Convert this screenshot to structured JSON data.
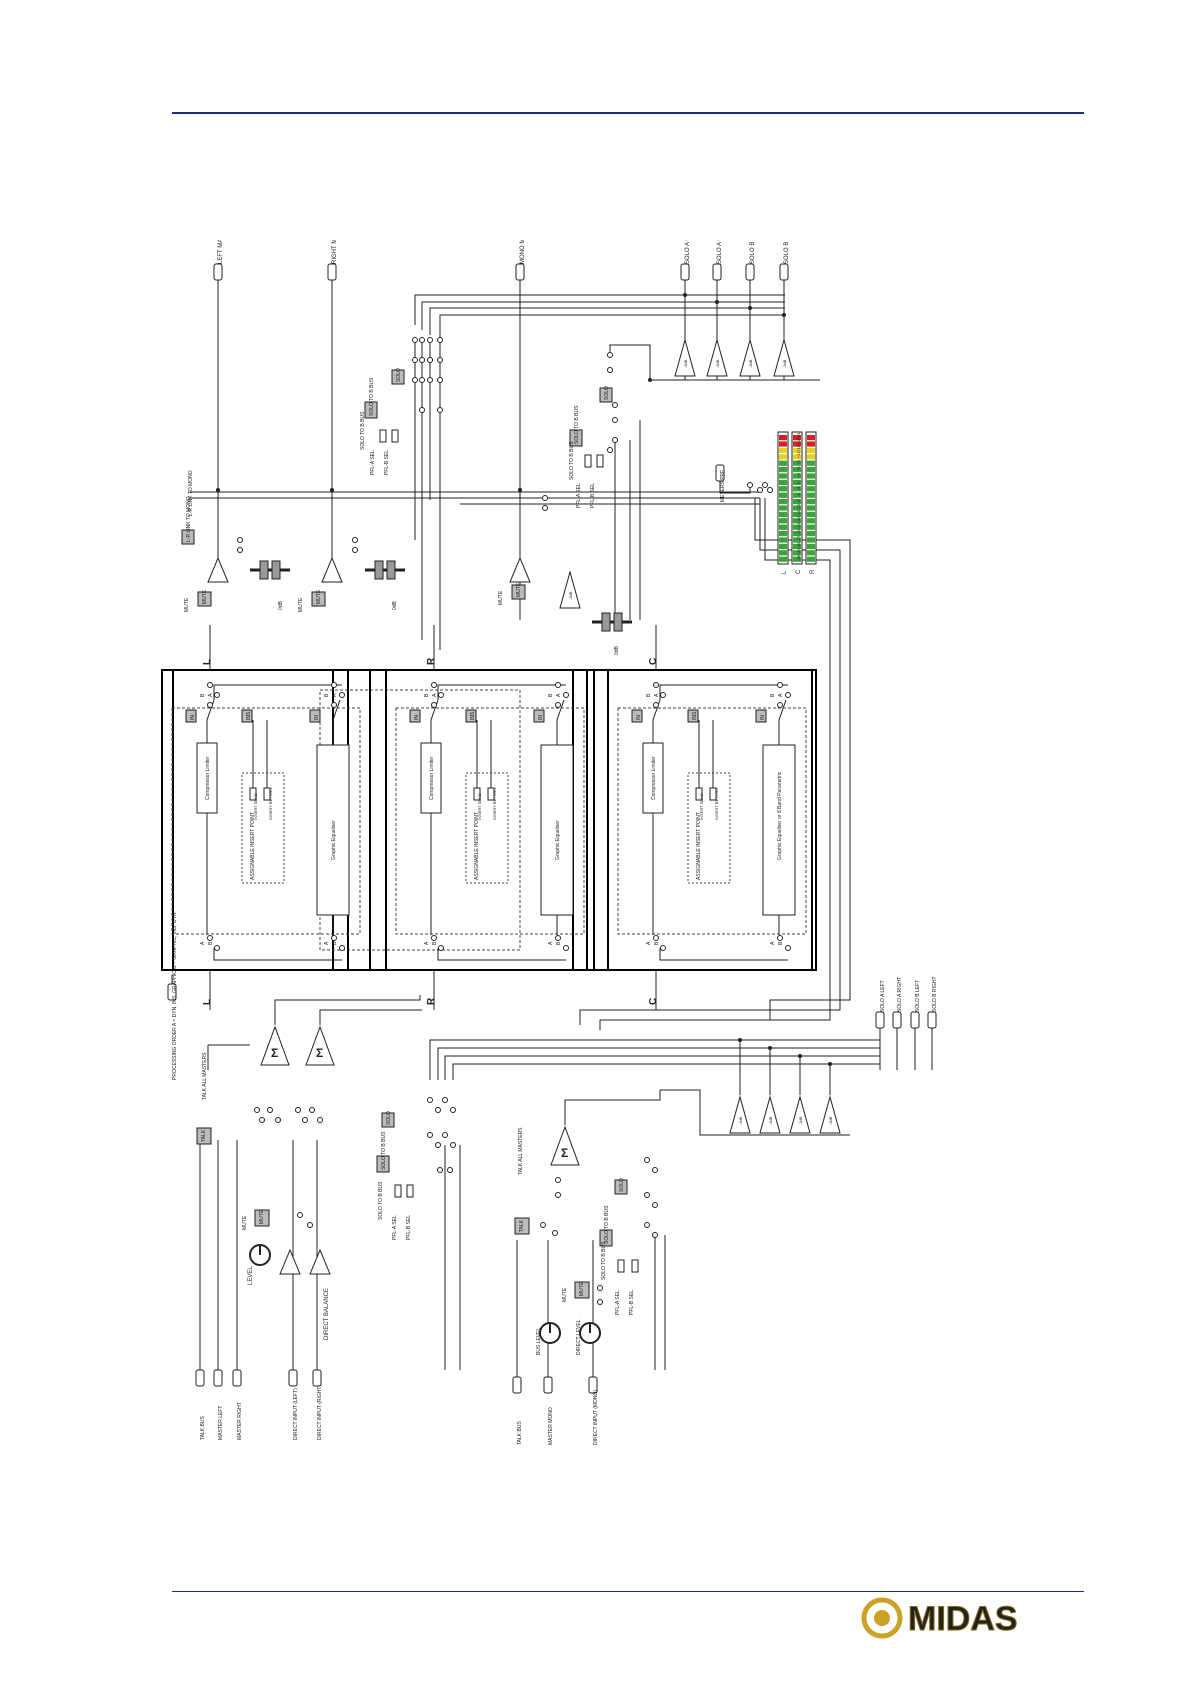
{
  "labels": {
    "left_master_out": "LEFT MASTER OUT",
    "right_master_out": "RIGHT MASTER OUT",
    "mono_master_out": "MONO MASTER OUT",
    "solo_a_left": "SOLO A LEFT",
    "solo_a_right": "SOLO A RIGHT",
    "solo_b_left": "SOLO B LEFT",
    "solo_b_right": "SOLO B RIGHT",
    "lr_link": "L-R LINK TO MONO",
    "mute": "MUTE",
    "zero_db": "0dB",
    "solo_to_b_bus": "SOLO TO B BUS",
    "pfl_a_sel": "PFL-A SEL",
    "pfl_b_sel": "PFL-B SEL",
    "meters_pre": "METERS PRE",
    "ch_l": "L",
    "ch_r": "R",
    "ch_c": "C",
    "compressor": "Compressor Limiter",
    "assignable_insert": "ASSIGNABLE INSERT POINT",
    "insert_send": "INSERT SEND",
    "insert_return": "INSERT RETURN",
    "graphic_eq": "Graphic Equaliser",
    "graphic_eq_param": "Graphic Equaliser or 8 Band Parametric",
    "in": "IN",
    "ins": "INS",
    "a": "A",
    "b": "B",
    "processing_order": "PROCESSING ORDER A = DYN, INS, GRAPHIC B = GRAPHIC, INS, DYN",
    "talk_all_masters": "TALK ALL MASTERS",
    "talk": "TALK",
    "level": "LEVEL",
    "direct_balance": "DIRECT BALANCE",
    "talk_bus": "TALK BUS",
    "master_left": "MASTER LEFT",
    "master_right": "MASTER RIGHT",
    "direct_input_left": "DIRECT INPUT (LEFT)",
    "direct_input_right": "DIRECT INPUT (RIGHT)",
    "master_mono": "MASTER MONO",
    "direct_input_mono": "DIRECT INPUT (MONO)",
    "bus_level": "BUS LEVEL",
    "direct_level": "DIRECT LEVEL",
    "solo": "SOLO",
    "minus3db": "-3dB",
    "meter_l": "L",
    "meter_c": "C",
    "meter_r": "R",
    "sum": "Σ"
  },
  "meter_scale": [
    "+21",
    "+18",
    "+15",
    "+12",
    "+9",
    "+6",
    "+3",
    "0",
    "-3",
    "-6",
    "-9",
    "-12",
    "-15",
    "-18",
    "-21",
    "-24",
    "-27",
    "-30",
    "-33",
    "-36"
  ],
  "logo_text": "MIDAS",
  "colors": {
    "rule": "#1f2a7a",
    "logo": "#c9a227",
    "meter_red": "#d42020",
    "meter_yellow": "#e8d020",
    "meter_green": "#3aa33a"
  }
}
